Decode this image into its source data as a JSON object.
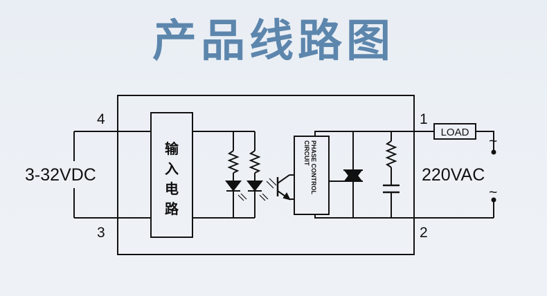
{
  "title": "产品线路图",
  "diagram": {
    "pins": {
      "p4": "4",
      "p3": "3",
      "p1": "1",
      "p2": "2"
    },
    "input_voltage": "3-32VDC",
    "output_voltage": "220VAC",
    "load_label": "LOAD",
    "input_circuit_label": [
      "输",
      "入",
      "电",
      "路"
    ],
    "phase_control_label": [
      "PHASE CONTROL",
      "CIRCUIT"
    ],
    "tilde": "~"
  },
  "colors": {
    "title": "#5d86ad",
    "lines": "#111111",
    "background": "#ecf0f5"
  }
}
